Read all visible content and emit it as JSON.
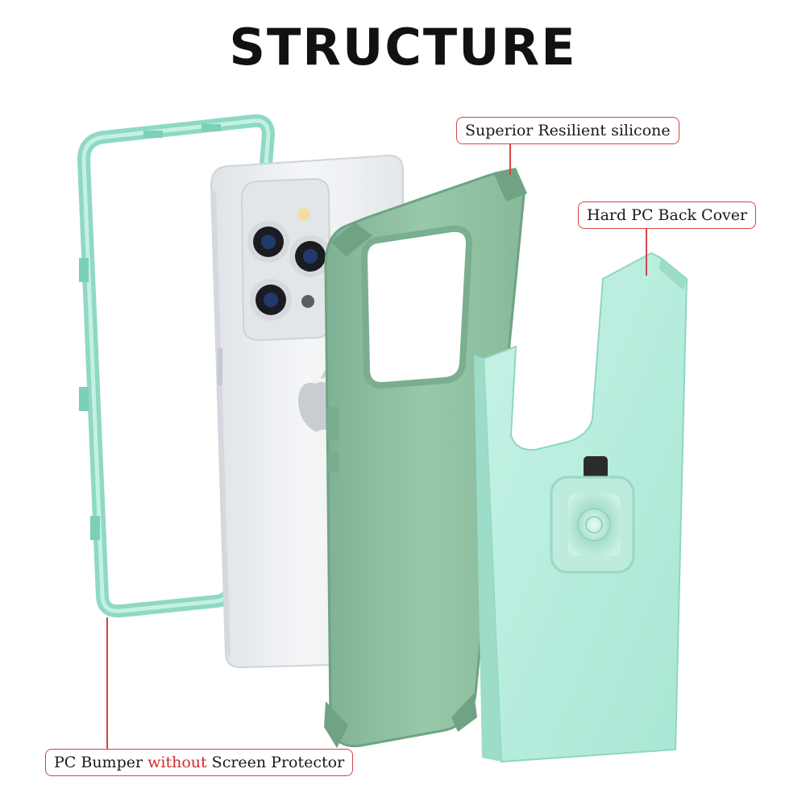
{
  "title": "STRUCTURE",
  "callouts": {
    "silicone": "Superior Resilient silicone",
    "back_cover": "Hard PC Back Cover",
    "bumper_prefix": "PC Bumper ",
    "bumper_highlight": "without",
    "bumper_suffix": " Screen Protector"
  },
  "colors": {
    "bumper_mint": "#9fe3cf",
    "silicone_green": "#93c3a6",
    "back_cover_mint": "#b8eee0",
    "callout_border": "#d14646",
    "highlight_red": "#d12a2a",
    "phone_silver": "#eef0f2"
  }
}
